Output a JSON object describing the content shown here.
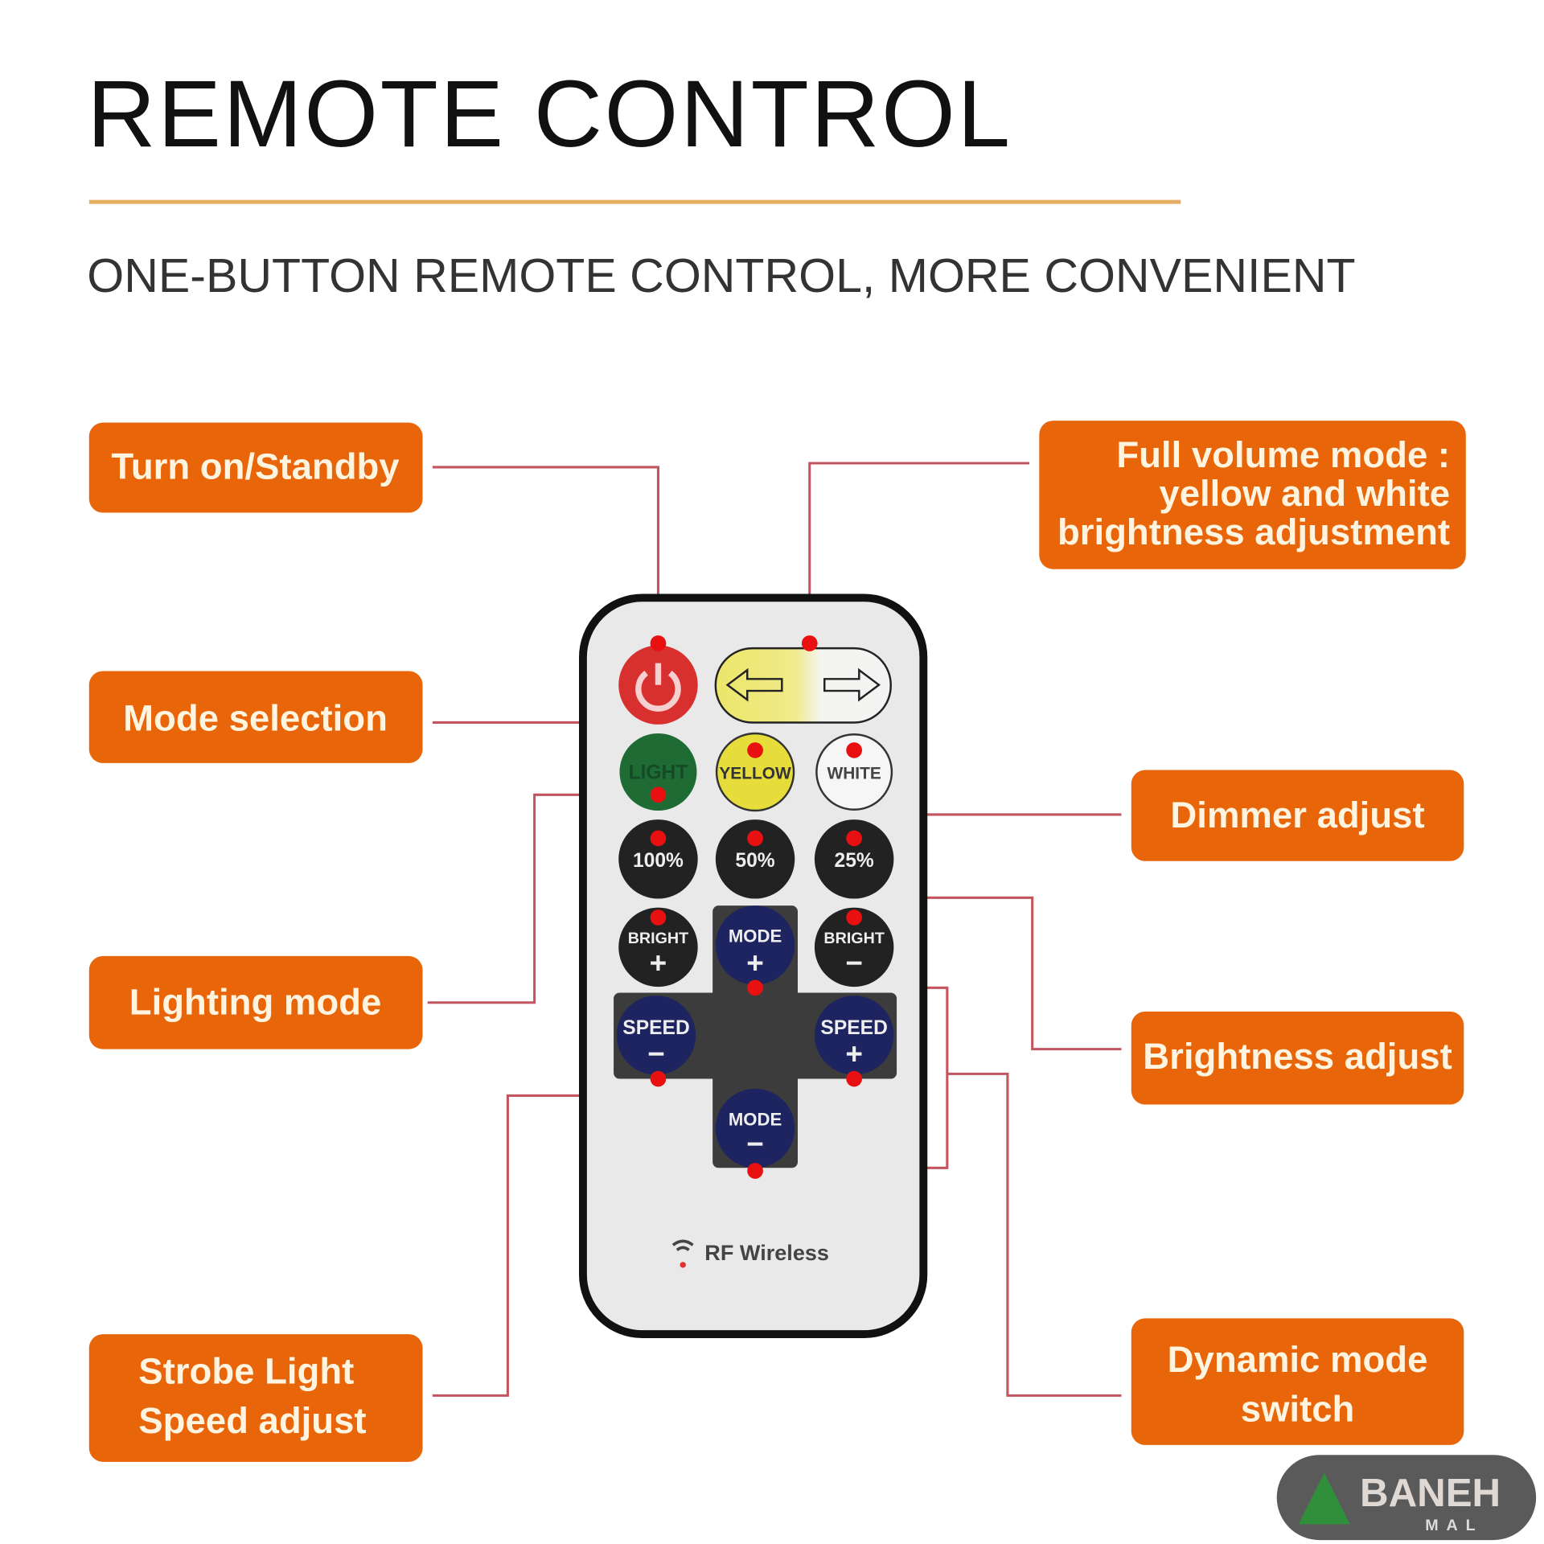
{
  "header": {
    "title": "REMOTE CONTROL",
    "subtitle": "ONE-BUTTON REMOTE CONTROL, MORE CONVENIENT"
  },
  "callouts": {
    "turn_on": "Turn on/Standby",
    "mode_selection": "Mode selection",
    "lighting_mode": "Lighting mode",
    "strobe": [
      "Strobe Light",
      "Speed adjust"
    ],
    "full_volume": [
      "Full volume mode :",
      "yellow and white",
      "brightness adjustment"
    ],
    "dimmer": "Dimmer adjust",
    "brightness": "Brightness adjust",
    "dynamic": [
      "Dynamic mode",
      "switch"
    ]
  },
  "remote": {
    "buttons": {
      "light": "LIGHT",
      "yellow": "YELLOW",
      "white": "WHITE",
      "p100": "100%",
      "p50": "50%",
      "p25": "25%",
      "bright": "BRIGHT",
      "mode": "MODE",
      "speed": "SPEED",
      "plus": "+",
      "minus": "−"
    },
    "brand": "RF Wireless"
  },
  "watermark": {
    "name": "BANEH",
    "sub": "MAL"
  },
  "colors": {
    "accent": "#e8650a",
    "line": "#e0a85a",
    "connector": "#c25560"
  }
}
